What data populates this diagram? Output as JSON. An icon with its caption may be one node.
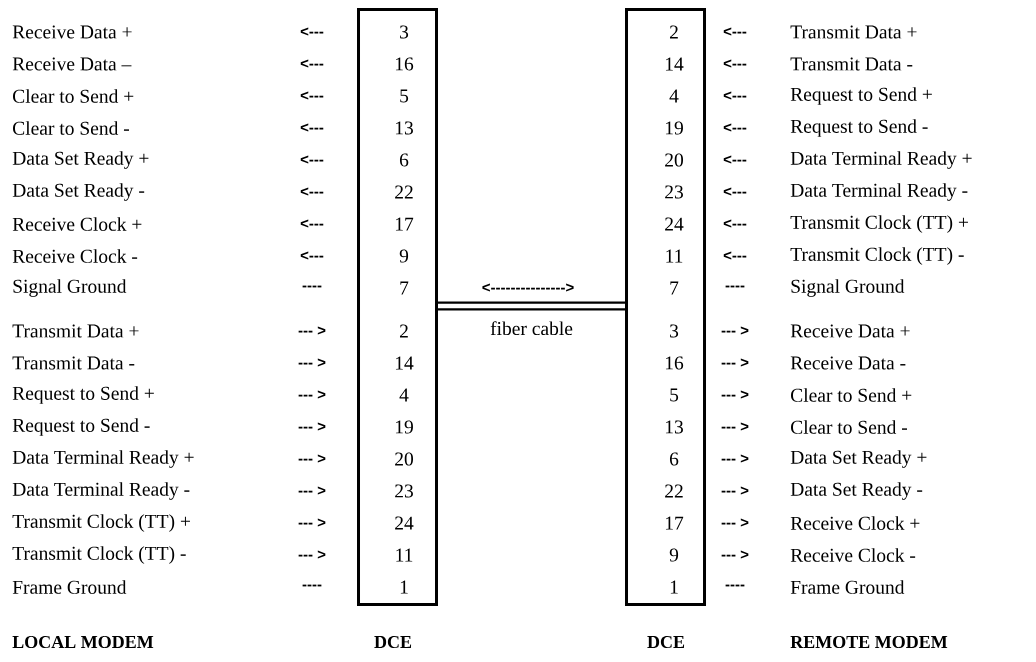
{
  "diagram": {
    "nodes": [
      {
        "text": [
          "3",
          "16",
          "5",
          "13",
          "6",
          "22",
          "17",
          "9",
          "7",
          "2",
          "14",
          "4",
          "19",
          "20",
          "23",
          "24",
          "11",
          "1"
        ],
        "beside": [
          "DCE"
        ]
      },
      {
        "text": [
          "2",
          "14",
          "4",
          "19",
          "20",
          "23",
          "24",
          "11",
          "7",
          "3",
          "16",
          "5",
          "13",
          "6",
          "22",
          "17",
          "9",
          "1"
        ],
        "beside": [
          "DCE"
        ]
      }
    ],
    "edges": [
      {
        "from": 0,
        "to": 1,
        "arrow": "none",
        "label": "fiber cable"
      }
    ],
    "labels": [
      "Receive Data +",
      "<---",
      "<---",
      "Transmit Data +",
      "Receive Data –",
      "<---",
      "<---",
      "Transmit Data -",
      "Clear to Send +",
      "<---",
      "<---",
      "Request to Send +",
      "Clear to Send -",
      "<---",
      "<---",
      "Request to Send -",
      "Data Set Ready +",
      "<---",
      "<---",
      "Data Terminal Ready +",
      "Data Set Ready -",
      "<---",
      "<---",
      "Data Terminal Ready -",
      "Receive Clock +",
      "<---",
      "<---",
      "Transmit Clock (TT) +",
      "Receive Clock -",
      "<---",
      "<---",
      "Transmit Clock (TT) -",
      "Signal Ground",
      "----",
      "<--------------->",
      "----",
      "Signal Ground",
      "Transmit Data +",
      "--- >",
      "--- >",
      "Receive Data +",
      "Transmit Data -",
      "--- >",
      "--- >",
      "Receive Data -",
      "Request to Send +",
      "--- >",
      "--- >",
      "Clear to Send +",
      "Request to Send -",
      "--- >",
      "--- >",
      "Clear to Send -",
      "Data Terminal Ready +",
      "--- >",
      "--- >",
      "Data Set Ready +",
      "Data Terminal Ready -",
      "--- >",
      "--- >",
      "Data Set Ready -",
      "Transmit Clock (TT) +",
      "--- >",
      "--- >",
      "Receive Clock +",
      "Transmit Clock (TT) -",
      "--- >",
      "--- >",
      "Receive Clock -",
      "Frame Ground",
      "----",
      "----",
      "Frame Ground",
      "LOCAL MODEM",
      "REMOTE MODEM"
    ]
  }
}
